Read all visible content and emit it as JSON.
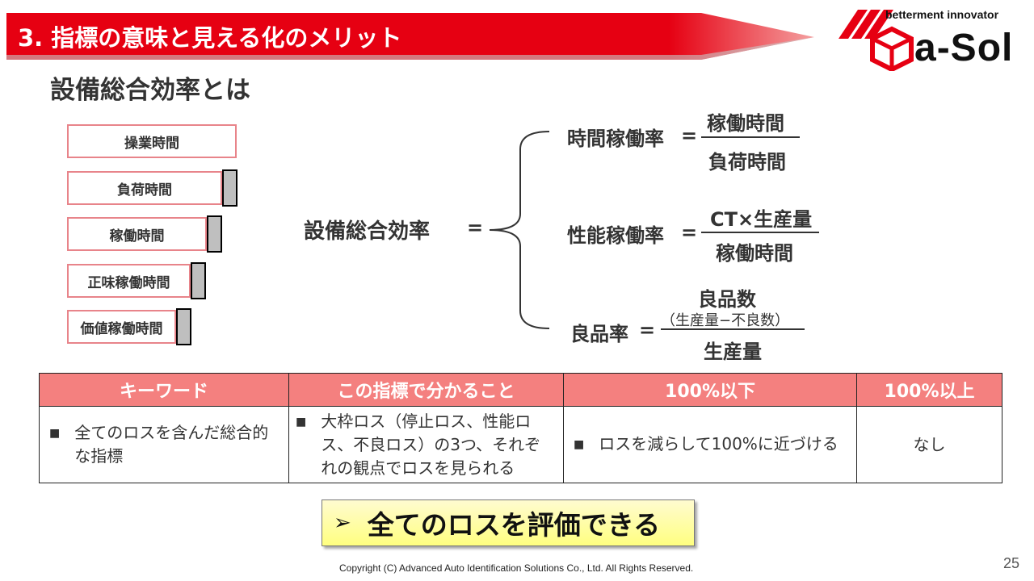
{
  "header": {
    "title": "3. 指標の意味と見える化のメリット",
    "banner_color": "#e60012"
  },
  "logo": {
    "tagline": "betterment innovator",
    "name": "a-Sol"
  },
  "subtitle": "設備総合効率とは",
  "time_bars": [
    {
      "label": "操業時間"
    },
    {
      "label": "負荷時間"
    },
    {
      "label": "稼働時間"
    },
    {
      "label": "正味稼働時間"
    },
    {
      "label": "価値稼働時間"
    }
  ],
  "formula": {
    "main_label": "設備総合効率",
    "equals": "=",
    "rows": [
      {
        "name": "時間稼働率",
        "equals": "=",
        "numerator": "稼働時間",
        "denominator": "負荷時間"
      },
      {
        "name": "性能稼働率",
        "equals": "=",
        "numerator": "CT×生産量",
        "denominator": "稼働時間"
      },
      {
        "name": "良品率",
        "equals": "=",
        "numerator": "良品数",
        "numerator_note": "（生産量−不良数）",
        "denominator": "生産量"
      }
    ]
  },
  "table": {
    "headers": [
      "キーワード",
      "この指標で分かること",
      "100%以下",
      "100%以上"
    ],
    "header_color": "#f4807f",
    "bullet": "■",
    "row": {
      "keyword": "全てのロスを含んだ総合的な指標",
      "meaning": "大枠ロス（停止ロス、性能ロス、不良ロス）の3つ、それぞれの観点でロスを見られる",
      "below_100": "ロスを減らして100%に近づける",
      "above_100": "なし"
    }
  },
  "callout": {
    "arrow": "➢",
    "text": "全てのロスを評価できる"
  },
  "footer": {
    "copyright": "Copyright (C) Advanced Auto Identification Solutions Co., Ltd. All Rights Reserved.",
    "page_number": "25"
  }
}
